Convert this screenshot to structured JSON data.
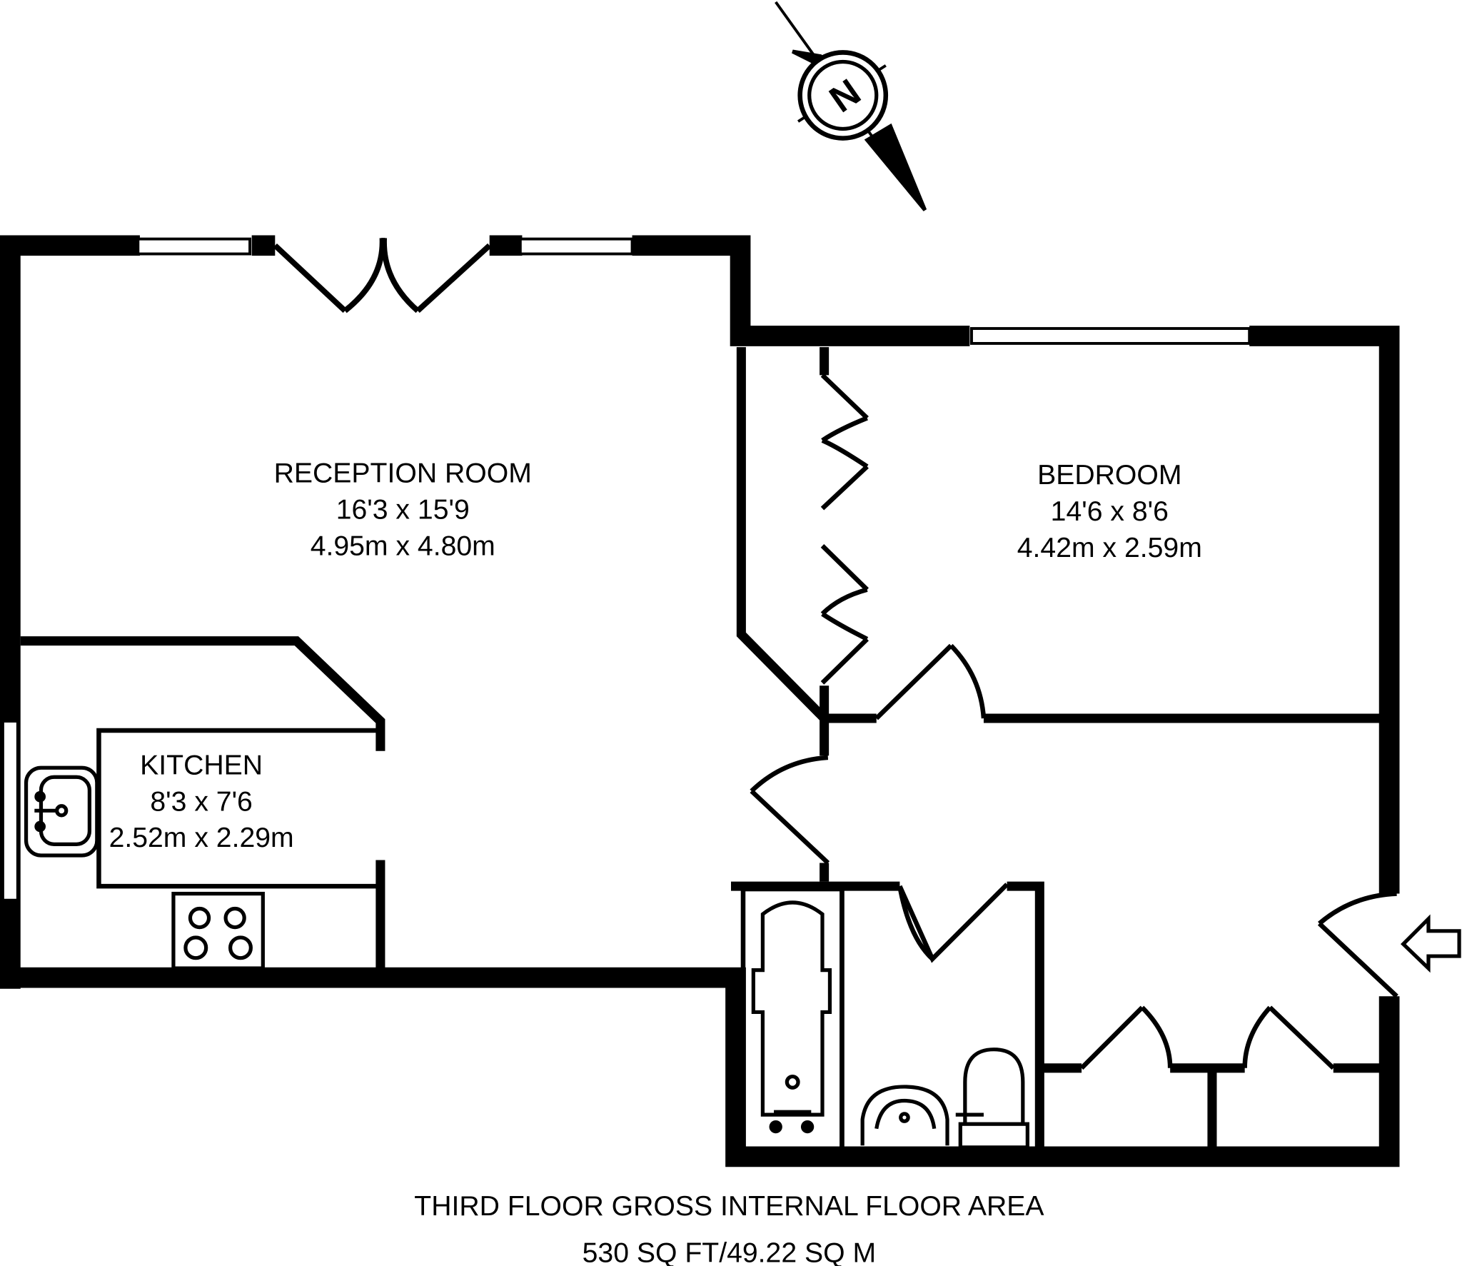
{
  "rooms": {
    "reception": {
      "name": "RECEPTION ROOM",
      "imperial": "16'3 x 15'9",
      "metric": "4.95m x 4.80m"
    },
    "bedroom": {
      "name": "BEDROOM",
      "imperial": "14'6 x 8'6",
      "metric": "4.42m x 2.59m"
    },
    "kitchen": {
      "name": "KITCHEN",
      "imperial": "8'3 x 7'6",
      "metric": "2.52m x 2.29m"
    }
  },
  "compass": {
    "label": "N",
    "icon": "north-compass-icon"
  },
  "entrance": {
    "icon": "entrance-arrow-icon"
  },
  "footer": {
    "title": "THIRD FLOOR GROSS INTERNAL FLOOR AREA",
    "area": "530 SQ FT/49.22 SQ M"
  },
  "colors": {
    "wall": "#000000",
    "background": "#ffffff"
  }
}
